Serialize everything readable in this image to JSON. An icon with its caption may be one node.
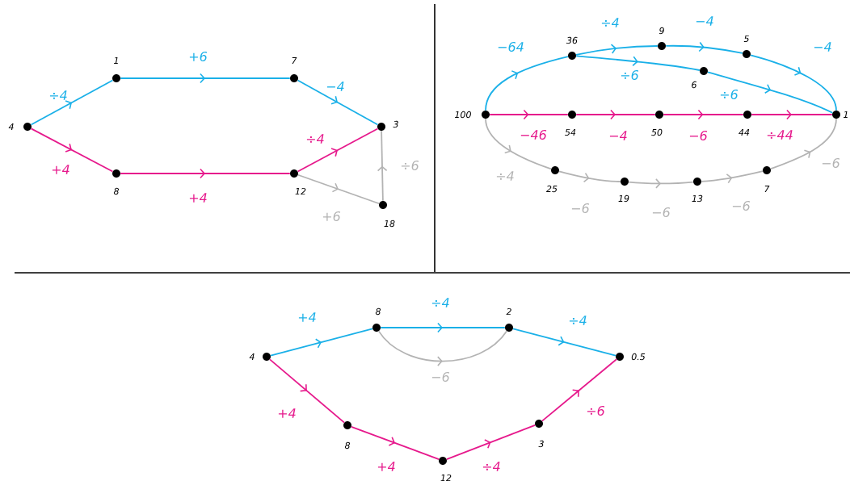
{
  "diagram": {
    "nodes": [
      {
        "text": [
          "4"
        ]
      },
      {
        "text": [
          "1"
        ]
      },
      {
        "text": [
          "7"
        ]
      },
      {
        "text": [
          "3"
        ]
      },
      {
        "text": [
          "8"
        ]
      },
      {
        "text": [
          "12"
        ]
      },
      {
        "text": [
          "18"
        ]
      },
      {
        "text": [
          "100"
        ]
      },
      {
        "text": [
          "36"
        ]
      },
      {
        "text": [
          "9"
        ]
      },
      {
        "text": [
          "5"
        ]
      },
      {
        "text": [
          "6"
        ]
      },
      {
        "text": [
          "1"
        ]
      },
      {
        "text": [
          "54"
        ]
      },
      {
        "text": [
          "50"
        ]
      },
      {
        "text": [
          "44"
        ]
      },
      {
        "text": [
          "25"
        ]
      },
      {
        "text": [
          "19"
        ]
      },
      {
        "text": [
          "13"
        ]
      },
      {
        "text": [
          "7"
        ]
      },
      {
        "text": [
          "4"
        ]
      },
      {
        "text": [
          "8"
        ]
      },
      {
        "text": [
          "2"
        ]
      },
      {
        "text": [
          "0.5"
        ]
      },
      {
        "text": [
          "8"
        ]
      },
      {
        "text": [
          "12"
        ]
      },
      {
        "text": [
          "3"
        ]
      }
    ],
    "edges": [
      {
        "from": 0,
        "to": 1,
        "arrow": "to",
        "label": "÷4",
        "color": "#1ab0e8"
      },
      {
        "from": 1,
        "to": 2,
        "arrow": "to",
        "label": "+6",
        "color": "#1ab0e8"
      },
      {
        "from": 2,
        "to": 3,
        "arrow": "to",
        "label": "−4",
        "color": "#1ab0e8"
      },
      {
        "from": 0,
        "to": 4,
        "arrow": "to",
        "label": "+4",
        "color": "#e6198c"
      },
      {
        "from": 4,
        "to": 5,
        "arrow": "to",
        "label": "+4",
        "color": "#e6198c"
      },
      {
        "from": 5,
        "to": 3,
        "arrow": "to",
        "label": "÷4",
        "color": "#e6198c"
      },
      {
        "from": 5,
        "to": 6,
        "arrow": "to",
        "label": "+6",
        "color": "#b3b3b3"
      },
      {
        "from": 6,
        "to": 3,
        "arrow": "to",
        "label": "÷6",
        "color": "#b3b3b3"
      },
      {
        "from": 7,
        "to": 8,
        "arrow": "to",
        "label": "−64",
        "color": "#1ab0e8"
      },
      {
        "from": 8,
        "to": 9,
        "arrow": "to",
        "label": "÷4",
        "color": "#1ab0e8"
      },
      {
        "from": 9,
        "to": 10,
        "arrow": "to",
        "label": "−4",
        "color": "#1ab0e8"
      },
      {
        "from": 10,
        "to": 12,
        "arrow": "to",
        "label": "−4",
        "color": "#1ab0e8"
      },
      {
        "from": 8,
        "to": 11,
        "arrow": "to",
        "label": "÷6",
        "color": "#1ab0e8"
      },
      {
        "from": 11,
        "to": 12,
        "arrow": "to",
        "label": "÷6",
        "color": "#1ab0e8"
      },
      {
        "from": 7,
        "to": 13,
        "arrow": "to",
        "label": "−46",
        "color": "#e6198c"
      },
      {
        "from": 13,
        "to": 14,
        "arrow": "to",
        "label": "−4",
        "color": "#e6198c"
      },
      {
        "from": 14,
        "to": 15,
        "arrow": "to",
        "label": "−6",
        "color": "#e6198c"
      },
      {
        "from": 15,
        "to": 12,
        "arrow": "to",
        "label": "÷44",
        "color": "#e6198c"
      },
      {
        "from": 7,
        "to": 16,
        "arrow": "to",
        "label": "÷4",
        "color": "#b3b3b3"
      },
      {
        "from": 16,
        "to": 17,
        "arrow": "to",
        "label": "−6",
        "color": "#b3b3b3"
      },
      {
        "from": 17,
        "to": 18,
        "arrow": "to",
        "label": "−6",
        "color": "#b3b3b3"
      },
      {
        "from": 18,
        "to": 19,
        "arrow": "to",
        "label": "−6",
        "color": "#b3b3b3"
      },
      {
        "from": 19,
        "to": 12,
        "arrow": "to",
        "label": "−6",
        "color": "#b3b3b3"
      },
      {
        "from": 20,
        "to": 21,
        "arrow": "to",
        "label": "+4",
        "color": "#1ab0e8"
      },
      {
        "from": 21,
        "to": 22,
        "arrow": "to",
        "label": "÷4",
        "color": "#1ab0e8"
      },
      {
        "from": 22,
        "to": 23,
        "arrow": "to",
        "label": "÷4",
        "color": "#1ab0e8"
      },
      {
        "from": 21,
        "to": 22,
        "arrow": "to",
        "label": "−6",
        "color": "#b3b3b3"
      },
      {
        "from": 20,
        "to": 24,
        "arrow": "to",
        "label": "+4",
        "color": "#e6198c"
      },
      {
        "from": 24,
        "to": 25,
        "arrow": "to",
        "label": "+4",
        "color": "#e6198c"
      },
      {
        "from": 25,
        "to": 26,
        "arrow": "to",
        "label": "÷4",
        "color": "#e6198c"
      },
      {
        "from": 26,
        "to": 23,
        "arrow": "to",
        "label": "÷6",
        "color": "#e6198c"
      }
    ]
  }
}
